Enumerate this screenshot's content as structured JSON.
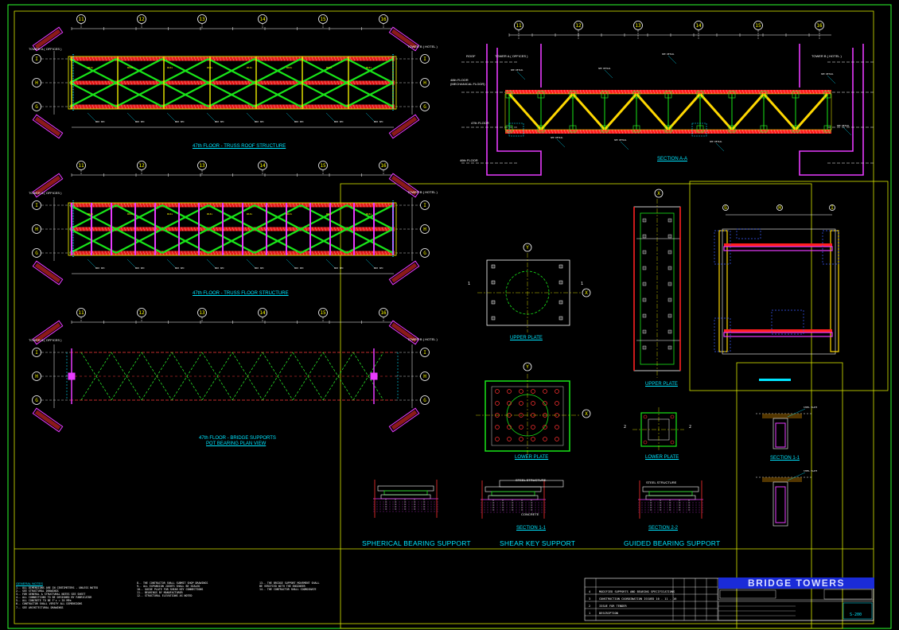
{
  "drawing": {
    "project_name": "BRIDGE TOWERS",
    "grid_columns": [
      "11",
      "12",
      "13",
      "14",
      "15",
      "16"
    ],
    "grid_rows": [
      "I",
      "H",
      "G"
    ],
    "grid_x": "X",
    "grid_y": "Y",
    "tower_a": "TOWER A ( OFFICES )",
    "tower_b": "TOWER B ( HOTEL )",
    "plans": {
      "roof": "47th FLOOR - TRUSS ROOF STRUCTURE",
      "floor": "47th FLOOR - TRUSS FLOOR STRUCTURE",
      "support_line1": "47th FLOOR - BRIDGE SUPPORTS",
      "support_line2": "POT BEARING PLAN VIEW"
    },
    "section_aa": "SECTION A-A",
    "levels": {
      "roof": "ROOF",
      "mech": "48th FLOOR (MECHANICAL FLOOR)",
      "f47": "47th FLOOR",
      "f46": "46th FLOOR"
    },
    "details": {
      "upper_plate": "UPPER PLATE",
      "lower_plate": "LOWER PLATE",
      "upper_plate_2": "UPPER PLATE",
      "lower_plate_2": "LOWER PLATE",
      "section_11": "SECTION 1-1",
      "section_22": "SECTION 2-2",
      "section_11b": "SECTION 1-1",
      "spherical": "SPHERICAL BEARING SUPPORT",
      "shear_key": "SHEAR KEY SUPPORT",
      "guided": "GUIDED BEARING SUPPORT",
      "steel_structure": "STEEL STRUCTURE",
      "concrete": "CONCRETE"
    },
    "notes": {
      "heading": "GENERAL NOTES",
      "col1": [
        "1.- ALL DIMENSIONS ARE IN CENTIMETERS - UNLESS NOTED",
        "2.- SEE STRUCTURAL DRAWINGS",
        "3.- FOR GENERAL & STRUCTURAL NOTES SEE SHEET",
        "4.- ALL CONNECTIONS TO BE DESIGNED BY FABRICATOR",
        "5.- ALL CONCRETE TO BE F'c = 35 MPa",
        "6.- CONTRACTOR SHALL VERIFY ALL DIMENSIONS",
        "7.- SEE ARCHITECTURAL DRAWINGS"
      ],
      "col2": [
        "8.- THE CONTRACTOR SHALL SUBMIT SHOP DRAWINGS",
        "9.- ALL EXPANSION JOINTS SHALL BE SEALED",
        "10.- GUIDE PLATE FOR SHEAR KEY CONNECTIONS",
        "11.- BEARINGS BY MANUFACTURER",
        "12.- STRUCTURAL ELEVATIONS AS NOTED"
      ],
      "col3": [
        "13.- THE BRIDGE SUPPORT MOVEMENT SHALL",
        "BE VERIFIED WITH THE ENGINEER",
        "14.- THE CONTRACTOR SHALL COORDINATE"
      ]
    },
    "revisions": [
      {
        "no": "4",
        "desc": "MODIFIED SUPPORTS AND BEARING SPECIFICATIONS"
      },
      {
        "no": "3",
        "desc": "CONSTRUCTION COORDINATION ISSUED  10 - 11 - 16"
      },
      {
        "no": "2",
        "desc": "ISSUE FOR TENDER"
      },
      {
        "no": "1",
        "desc": "DESCRIPTION"
      }
    ],
    "sheet_code": "S-200"
  },
  "colors": {
    "background": "#000000",
    "frame": "#d8e600",
    "red_beam": "#ff1e1e",
    "green_brace": "#19e619",
    "yellow": "#ffff00",
    "magenta": "#e83bff",
    "cyan": "#00e5ff",
    "blue_tb": "#1a2bd8"
  }
}
